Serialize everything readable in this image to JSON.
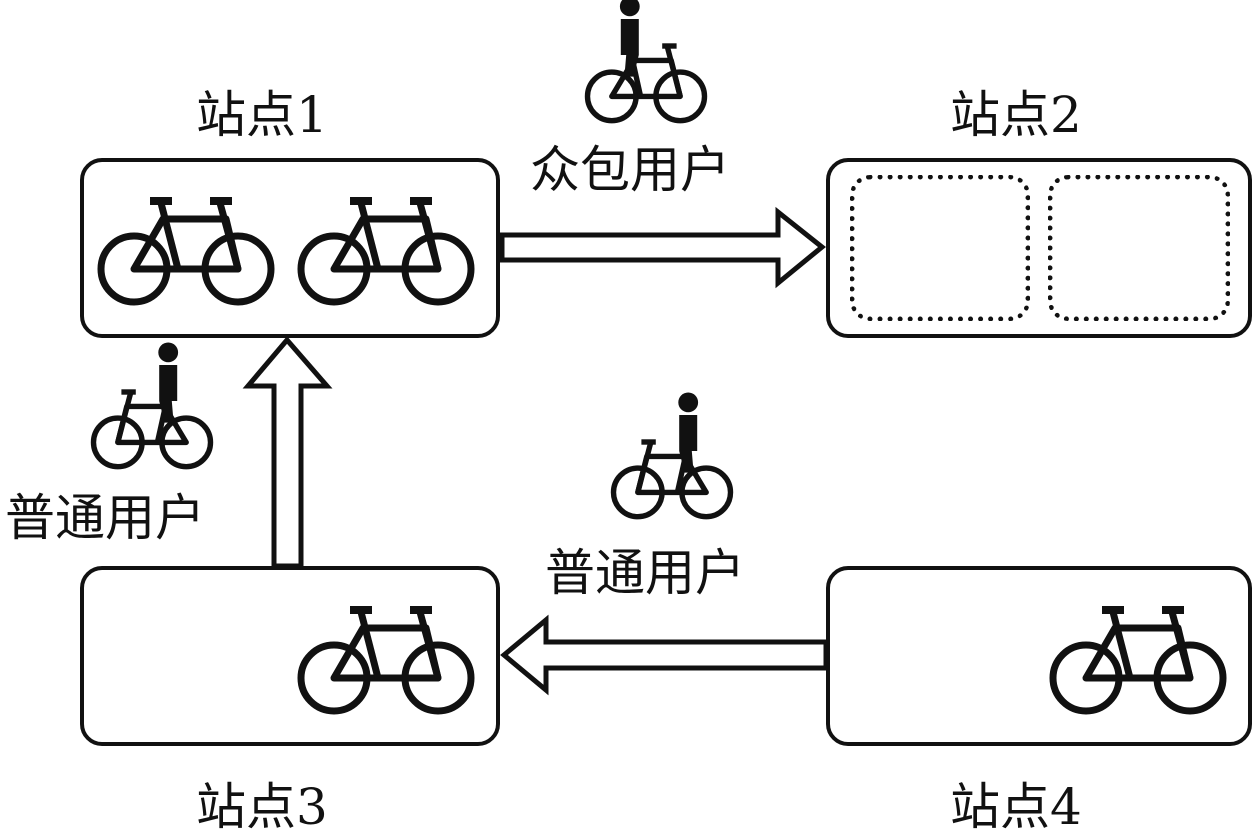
{
  "stations": [
    {
      "id": "1",
      "label": "站点1",
      "bikes": 2,
      "empty_slots": 0
    },
    {
      "id": "2",
      "label": "站点2",
      "bikes": 0,
      "empty_slots": 2
    },
    {
      "id": "3",
      "label": "站点3",
      "bikes": 1,
      "empty_slots": 0
    },
    {
      "id": "4",
      "label": "站点4",
      "bikes": 1,
      "empty_slots": 0
    }
  ],
  "flows": [
    {
      "from": "1",
      "to": "2",
      "user_label": "众包用户"
    },
    {
      "from": "3",
      "to": "1",
      "user_label": "普通用户"
    },
    {
      "from": "4",
      "to": "3",
      "user_label": "普通用户"
    }
  ],
  "colors": {
    "line": "#111111",
    "background": "#ffffff"
  },
  "icons": [
    "bicycle-icon",
    "cyclist-icon",
    "hollow-arrow-icon"
  ]
}
